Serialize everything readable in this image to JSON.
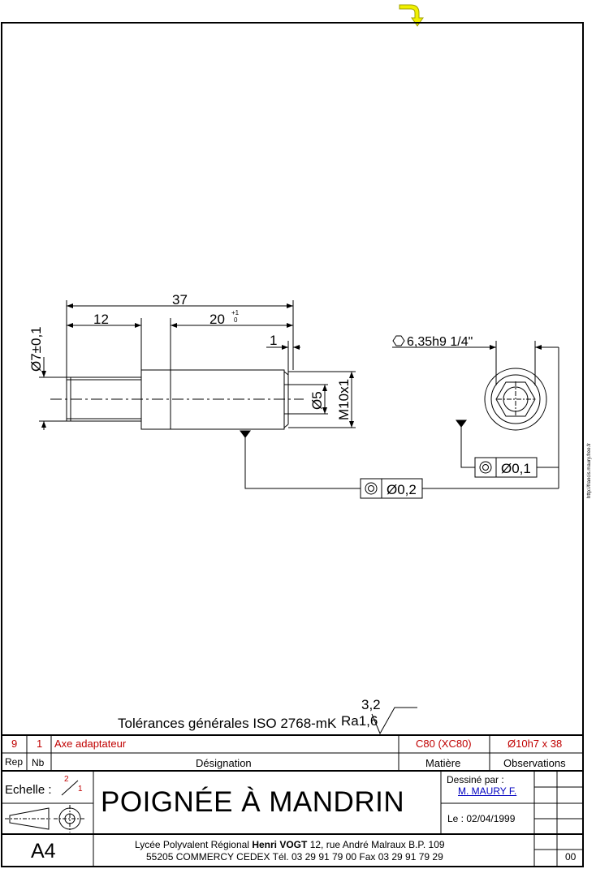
{
  "drawing": {
    "dimensions": {
      "overall_length": "37",
      "left_length": "12",
      "mid_length": "20",
      "mid_tol_upper": "+1",
      "mid_tol_lower": "0",
      "chamfer": "1",
      "left_diameter": "Ø7±0,1",
      "thread_inner": "Ø5",
      "thread": "M10x1",
      "hex": "6,35h9  1/4\"",
      "coaxiality_1": "Ø0,1",
      "coaxiality_2": "Ø0,2"
    },
    "roughness": {
      "top": "3,2",
      "bottom": "Ra1,6"
    },
    "general_tolerances": "Tolérances générales ISO 2768-mK",
    "side_url": "http://francis.maury.free.fr"
  },
  "bom": {
    "row": {
      "rep": "9",
      "nb": "1",
      "designation": "Axe adaptateur",
      "material": "C80 (XC80)",
      "observations": "Ø10h7 x 38"
    },
    "headers": {
      "rep": "Rep",
      "nb": "Nb",
      "designation": "Désignation",
      "material": "Matière",
      "observations": "Observations"
    }
  },
  "title_block": {
    "scale_label": "Echelle :",
    "scale_num": "2",
    "scale_den": "1",
    "title": "POIGNÉE  À  MANDRIN",
    "drawn_by_label": "Dessiné par :",
    "author": "M. MAURY F.",
    "date": "Le : 02/04/1999",
    "format": "A4",
    "school_line1_pre": "Lycée Polyvalent Régional",
    "school_name": "Henri VOGT",
    "school_line1_post": "12, rue André Malraux  B.P. 109",
    "school_line2": "55205 COMMERCY  CEDEX Tél. 03 29 91 79 00 Fax 03 29 91 79 29",
    "revision": "00"
  }
}
